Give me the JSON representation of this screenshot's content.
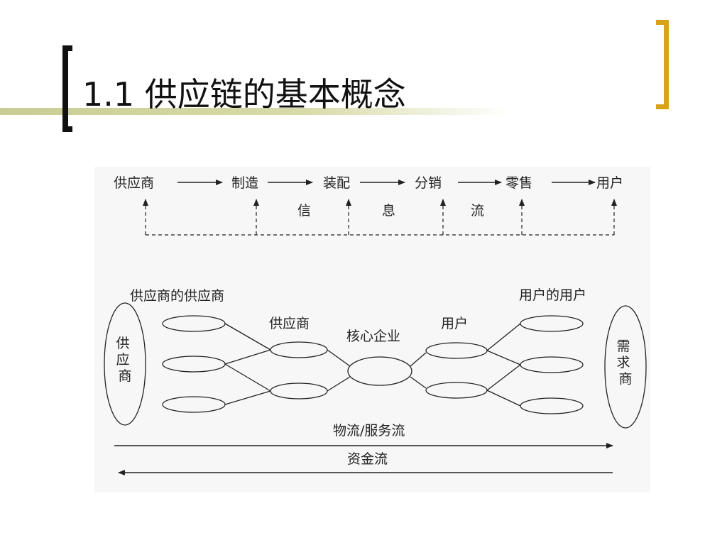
{
  "slide": {
    "title": "1.1  供应链的基本概念"
  },
  "colors": {
    "accent_bracket": "#d9a21b",
    "title_band": "#c9cd93",
    "ink": "#222222"
  },
  "info_flow": {
    "stages": [
      "供应商",
      "制造",
      "装配",
      "分销",
      "零售",
      "用户"
    ],
    "label_chars": [
      "信",
      "息",
      "流"
    ]
  },
  "network": {
    "left_group_label": "供应商",
    "supplier_of_supplier_label": "供应商的供应商",
    "supplier_label": "供应商",
    "core_label": "核心企业",
    "customer_label": "用户",
    "customer_of_customer_label": "用户的用户",
    "right_group_label": "需求商"
  },
  "flows": {
    "material": "物流/服务流",
    "funds": "资金流"
  }
}
